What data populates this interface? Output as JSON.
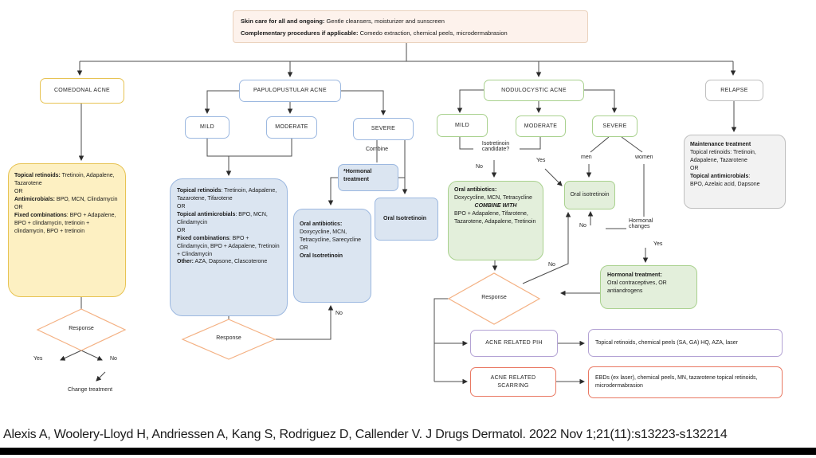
{
  "colors": {
    "yellow_border": "#e7c353",
    "yellow_fill": "#fdf0c2",
    "blue_border": "#9cb8e0",
    "blue_fill": "#dbe5f1",
    "green_border": "#a9d18e",
    "green_fill": "#e3efdb",
    "gray_border": "#bfbfbf",
    "gray_fill": "#f2f2f2",
    "diamond_orange": "#f4b183",
    "purple_border": "#b3a2d4",
    "red_border": "#e97862",
    "note_fill": "#fdf2ec",
    "line_color": "#4d4d4d"
  },
  "top_note": {
    "l1b": "Skin care for all and ongoing:",
    "l1t": " Gentle cleansers, moisturizer and sunscreen",
    "l2b": "Complementary procedures if applicable:",
    "l2t": " Comedo extraction, chemical peels, microdermabrasion"
  },
  "comedonal": {
    "label": "COMEDONAL ACNE",
    "treatment": [
      {
        "b": "Topical retinoids:",
        "t": " Tretinoin, Adapalene, Tazarotene"
      },
      {
        "t": "OR"
      },
      {
        "b": "Antimicrobials:",
        "t": " BPO, MCN, Clindamycin"
      },
      {
        "t": "OR"
      },
      {
        "b": "Fixed combinations",
        "t": ": BPO + Adapalene, BPO + clindamycin, tretinoin + clindamycin,  BPO + tretinoin"
      }
    ],
    "response": "Response",
    "yes": "Yes",
    "no": "No",
    "change": "Change treatment"
  },
  "papulopustular": {
    "label": "PAPULOPUSTULAR ACNE",
    "mild": "MILD",
    "moderate": "MODERATE",
    "severe": "SEVERE",
    "combine": "Combine",
    "hormonal": "*Hormonal treatment",
    "topical": [
      {
        "b": "Topical retinoids",
        "t": ": Tretinoin, Adapalene, Tazarotene, Tifarotene"
      },
      {
        "t": "OR"
      },
      {
        "b": "Topical antimicrobials",
        "t": ": BPO, MCN, Clindamycin"
      },
      {
        "t": "OR"
      },
      {
        "b": "Fixed combinations",
        "t": ": BPO + Clindamycin, BPO + Adapalene, Tretinoin + Clindamycin"
      },
      {
        "b": "Other:",
        "t": " AZA, Dapsone, Clascoterone"
      }
    ],
    "oral_antibiotics": [
      {
        "b": "Oral antibiotics:"
      },
      {
        "t": "Doxycycline, MCN, Tetracycline, Sarecycline"
      },
      {
        "t": "OR"
      },
      {
        "b": "Oral Isotretinoin"
      }
    ],
    "oral_isotretinoin": "Oral Isotretinoin",
    "response": "Response",
    "no": "No"
  },
  "nodulocystic": {
    "label": "NODULOCYSTIC ACNE",
    "mild": "MILD",
    "moderate": "MODERATE",
    "severe": "SEVERE",
    "iso_candidate": "Isotretinoin candidate?",
    "no_candidate": "No",
    "yes_candidate": "Yes",
    "men": "men",
    "women": "women",
    "oral_antibiotics": [
      {
        "b": "Oral antibiotics:"
      },
      {
        "t": "Doxycycline, MCN, Tetracycline"
      },
      {
        "bi": "COMBINE WITH",
        "center": true
      },
      {
        "t": "BPO + Adapalene, Tifarotene, Tazarotene, Adapalene, Tretinoin"
      }
    ],
    "oral_isotretinoin": "Oral isotretinoin",
    "hormonal_changes": "Hormonal changes",
    "hc_no": "No",
    "hc_yes": "Yes",
    "response_no": "No",
    "hormonal_treatment": [
      {
        "b": "Hormonal treatment:"
      },
      {
        "t": "Oral contraceptives, OR antiandrogens"
      }
    ],
    "response": "Response"
  },
  "relapse": {
    "label": "RELAPSE",
    "maintenance": [
      {
        "b": "Maintenance treatment"
      },
      {
        "t": "Topical retinoids: Tretinoin, Adapalene, Tazarotene"
      },
      {
        "t": "OR"
      },
      {
        "b": "Topical antimicrobials",
        "t": ":"
      },
      {
        "t": "BPO, Azelaic acid, Dapsone"
      }
    ]
  },
  "pih": {
    "label": "ACNE RELATED PIH",
    "treatment": "Topical retinoids, chemical peels (SA, GA) HQ, AZA, laser"
  },
  "scarring": {
    "label": "ACNE RELATED SCARRING",
    "treatment": "EBDs (ex laser), chemical peels, MN, tazarotene topical retinoids, microdermabrasion"
  },
  "citation": "Alexis A, Woolery-Lloyd H, Andriessen A, Kang S, Rodriguez D, Callender V. J Drugs Dermatol. 2022 Nov 1;21(11):s13223-s132214"
}
